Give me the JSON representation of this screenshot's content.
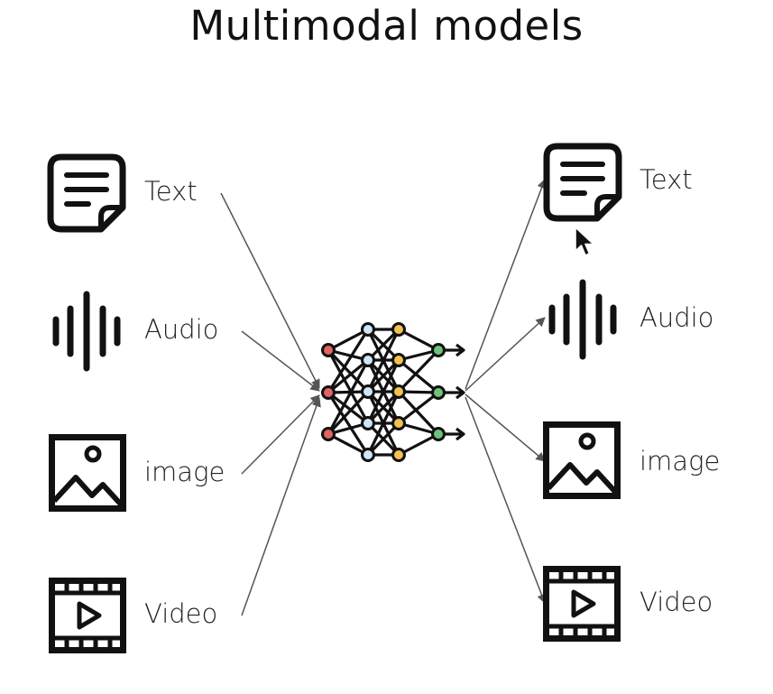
{
  "title": "Multimodal models",
  "inputs": [
    {
      "label": "Text",
      "icon": "document-icon"
    },
    {
      "label": "Audio",
      "icon": "audio-waveform-icon"
    },
    {
      "label": "image",
      "icon": "image-icon"
    },
    {
      "label": "Video",
      "icon": "video-icon"
    }
  ],
  "outputs": [
    {
      "label": "Text",
      "icon": "document-icon"
    },
    {
      "label": "Audio",
      "icon": "audio-waveform-icon"
    },
    {
      "label": "image",
      "icon": "image-icon"
    },
    {
      "label": "Video",
      "icon": "video-icon"
    }
  ],
  "center": {
    "icon": "neural-network-icon"
  },
  "colors": {
    "icon_stroke": "#111111",
    "arrow": "#555555",
    "node_red": "#e06464",
    "node_blue": "#cfe6f5",
    "node_yellow": "#f2c14e",
    "node_green": "#6cc47a"
  }
}
